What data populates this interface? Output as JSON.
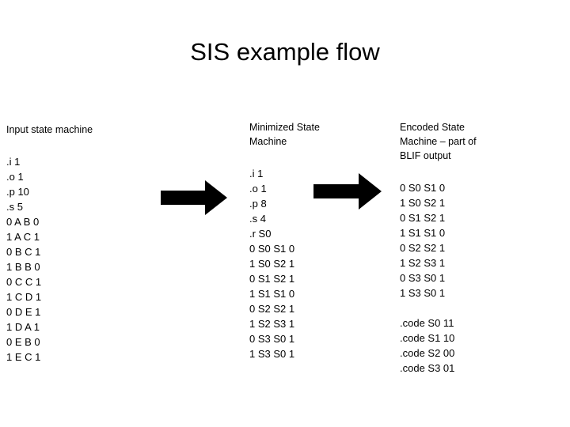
{
  "slide": {
    "title": "SIS example flow",
    "background": "#ffffff",
    "text_color": "#000000"
  },
  "columns": {
    "input": {
      "heading": "Input state machine",
      "lines": [
        ".i 1",
        ".o 1",
        ".p 10",
        ".s 5",
        "0 A B 0",
        "1 A C 1",
        "0 B C 1",
        "1 B B 0",
        "0 C C 1",
        "1 C D 1",
        "0 D E 1",
        "1 D A 1",
        "0 E B 0",
        "1 E C 1"
      ]
    },
    "minimized": {
      "heading": "Minimized State\nMachine",
      "lines": [
        ".i 1",
        ".o 1",
        ".p 8",
        ".s 4",
        ".r S0",
        "0 S0 S1 0",
        "1 S0 S2 1",
        "0 S1 S2 1",
        "1 S1 S1 0",
        "0 S2 S2 1",
        "1 S2 S3 1",
        "0 S3 S0 1",
        "1 S3 S0 1"
      ]
    },
    "encoded": {
      "heading": "Encoded State\nMachine – part of\nBLIF output",
      "lines": [
        "0 S0 S1 0",
        "1 S0 S2 1",
        "0 S1 S2 1",
        "1 S1 S1 0",
        "0 S2 S2 1",
        "1 S2 S3 1",
        "0 S3 S0 1",
        "1 S3 S0 1",
        "",
        ".code S0 11",
        ".code S1 10",
        ".code S2 00",
        ".code S3 01"
      ]
    }
  },
  "arrows": [
    {
      "name": "arrow-input-to-minimized",
      "color": "#000000"
    },
    {
      "name": "arrow-minimized-to-encoded",
      "color": "#000000"
    }
  ]
}
